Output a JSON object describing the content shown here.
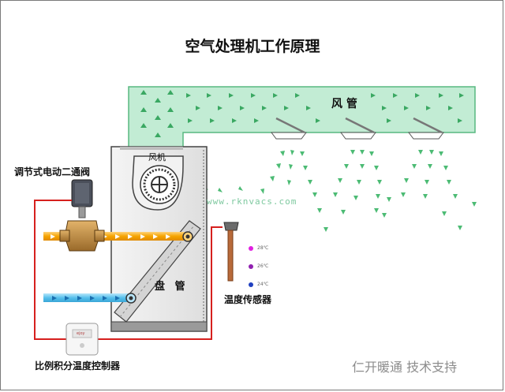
{
  "title": "空气处理机工作原理",
  "labels": {
    "valve": "调节式电动二通阀",
    "fan": "风机",
    "duct": "风 管",
    "coil": "盘 管",
    "sensor": "温度传感器",
    "controller": "比例积分温度控制器",
    "support": "仁开暖通  技术支持",
    "watermark": "www.rknvacs.com"
  },
  "temperature_levels": [
    {
      "label": "28℃",
      "color": "#e020e0"
    },
    {
      "label": "26℃",
      "color": "#9020b0"
    },
    {
      "label": "24℃",
      "color": "#2040c0"
    }
  ],
  "controller_brand": "ejoy",
  "colors": {
    "duct_fill": "#c2ecd4",
    "duct_stroke": "#58b880",
    "airflow_arrow": "#4cbb74",
    "hot_water_pipe": "#f5a400",
    "cold_water_pipe": "#56c0ec",
    "control_wire": "#d6201e",
    "unit_body": "#e9e9e9"
  }
}
